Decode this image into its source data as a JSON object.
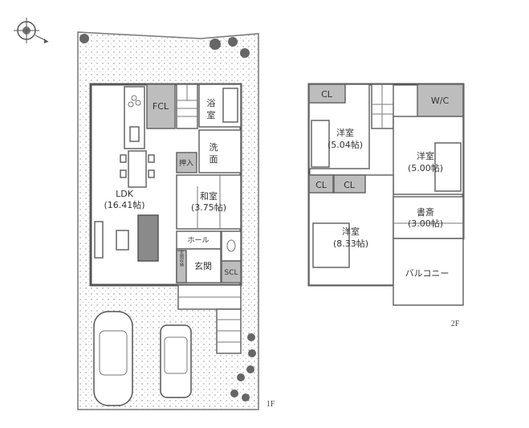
{
  "floor1": {
    "label": "1F",
    "rooms": {
      "ldk_name": "LDK",
      "ldk_size": "(16.41帖)",
      "fcl": "FCL",
      "bath_1": "浴",
      "bath_2": "室",
      "wash_1": "洗",
      "wash_2": "面",
      "oshiire": "押入",
      "washitsu_name": "和室",
      "washitsu_size": "(3.75帖)",
      "hall": "ホール",
      "genkan": "玄関",
      "genkan_storage": "玄関収納",
      "scl": "SCL"
    }
  },
  "floor2": {
    "label": "2F",
    "rooms": {
      "cl_1": "CL",
      "cl_2": "CL",
      "cl_3": "CL",
      "wic": "W/C",
      "room_a_name": "洋室",
      "room_a_size": "(5.04帖)",
      "room_b_name": "洋室",
      "room_b_size": "(5.00帖)",
      "room_c_name": "洋室",
      "room_c_size": "(8.33帖)",
      "study_name": "書斎",
      "study_size": "(3.00帖)",
      "balcony": "バルコニー"
    }
  },
  "icons": {
    "compass": "compass-icon"
  }
}
